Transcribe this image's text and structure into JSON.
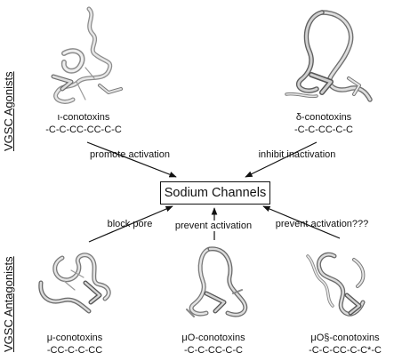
{
  "labels": {
    "agonists": "VGSC Agonists",
    "antagonists": "VGSC Antagonists",
    "center": "Sodium Channels"
  },
  "toxins": [
    {
      "name": "ι-conotoxins",
      "pattern": "-C-C-CC-CC-C-C"
    },
    {
      "name": "δ-conotoxins",
      "pattern": "-C-C-CC-C-C"
    },
    {
      "name": "μ-conotoxins",
      "pattern": "-CC-C-C-CC"
    },
    {
      "name": "μO-conotoxins",
      "pattern": "-C-C-CC-C-C"
    },
    {
      "name": "μO§-conotoxins",
      "pattern": "-C-C-CC-C-C*-C"
    }
  ],
  "effects": {
    "promote": "promote activation",
    "inhibit": "inhibit inactivation",
    "block": "block pore",
    "prevent": "prevent activation",
    "prevent_q": "prevent activation???"
  }
}
